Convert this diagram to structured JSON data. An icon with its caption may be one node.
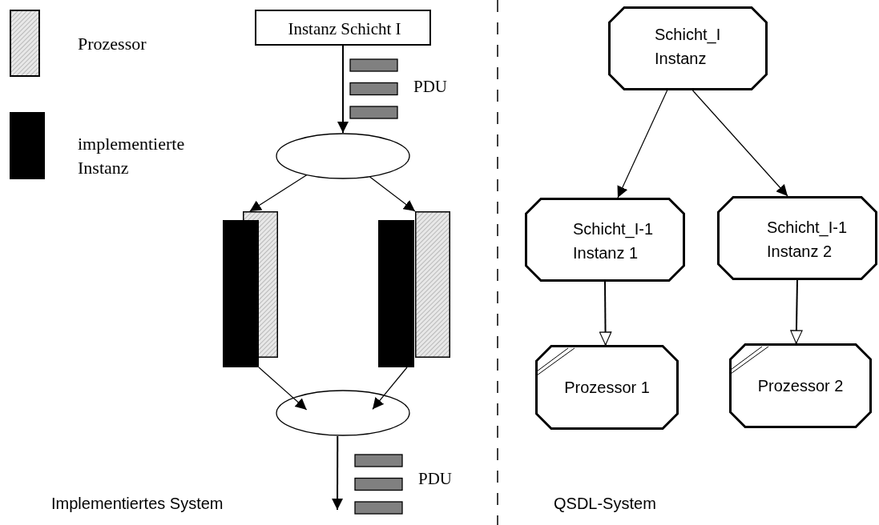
{
  "diagram": {
    "nodes": [
      {
        "text": [
          "Instanz Schicht I"
        ]
      },
      {
        "text": [],
        "shape": "ellipse"
      },
      {
        "text": [],
        "shape": "box"
      },
      {
        "text": [],
        "shape": "bar"
      },
      {
        "text": [],
        "shape": "box"
      },
      {
        "text": [],
        "shape": "bar"
      },
      {
        "text": [],
        "shape": "ellipse"
      },
      {
        "text": [
          "Schicht_I Instanz"
        ]
      },
      {
        "text": [
          "Schicht_I-1 Instanz 1"
        ]
      },
      {
        "text": [
          "Schicht_I-1 Instanz 2"
        ]
      },
      {
        "text": [
          "Prozessor 1"
        ]
      },
      {
        "text": [
          "Prozessor 2"
        ]
      }
    ],
    "edges": [
      {
        "from": 0,
        "to": 1,
        "arrow": "to"
      },
      {
        "from": 1,
        "to": 2,
        "arrow": "to"
      },
      {
        "from": 1,
        "to": 4,
        "arrow": "to"
      },
      {
        "from": 3,
        "to": 6,
        "arrow": "to"
      },
      {
        "from": 5,
        "to": 6,
        "arrow": "to"
      },
      {
        "from": 6,
        "to": null,
        "arrow": "to"
      },
      {
        "from": 7,
        "to": 8,
        "arrow": "to"
      },
      {
        "from": 7,
        "to": 9,
        "arrow": "to"
      },
      {
        "from": 8,
        "to": 10,
        "arrow": "to"
      },
      {
        "from": 9,
        "to": 11,
        "arrow": "to"
      }
    ],
    "labels": [
      "PDU",
      "PDU",
      "Implementiertes System",
      "QSDL-System"
    ],
    "legend": [
      {
        "text": "Prozessor"
      },
      {
        "text": "implementierte Instanz",
        "color": "#000000"
      }
    ]
  }
}
